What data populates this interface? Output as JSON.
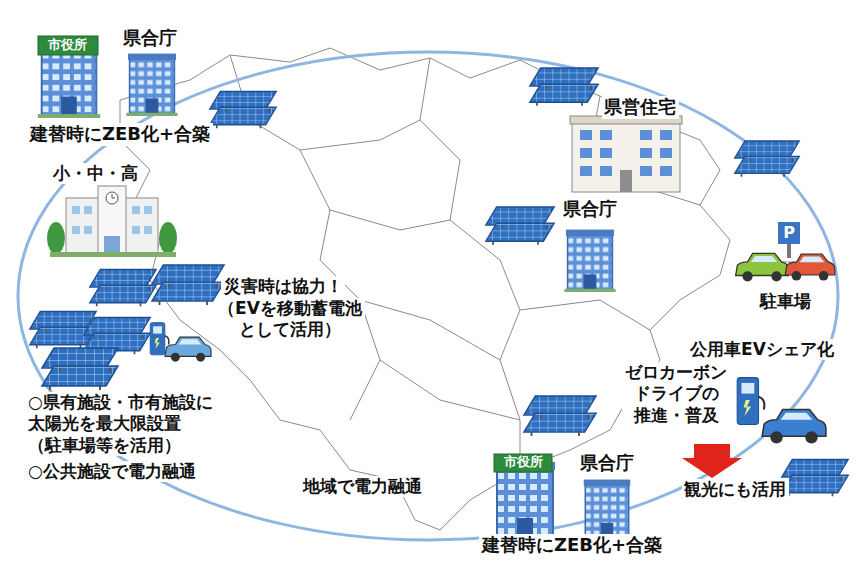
{
  "diagram": {
    "labels": [
      "市役所",
      "県合庁",
      "建替時にZEB化+合築",
      "小・中・高",
      "県営住宅",
      "県合庁",
      "P",
      "駐車場",
      "災害時は協力！",
      "（EVを移動蓄電池 として活用）",
      "○県有施設・市有施設に 太陽光を最大限設置 （駐車場等を活用）",
      "○公共施設で電力融通",
      "公用車EVシェア化",
      "ゼロカーボン ドライブの 推進・普及",
      "観光にも活用",
      "地域で電力融通",
      "市役所",
      "県合庁",
      "建替時にZEB化+合築"
    ]
  }
}
